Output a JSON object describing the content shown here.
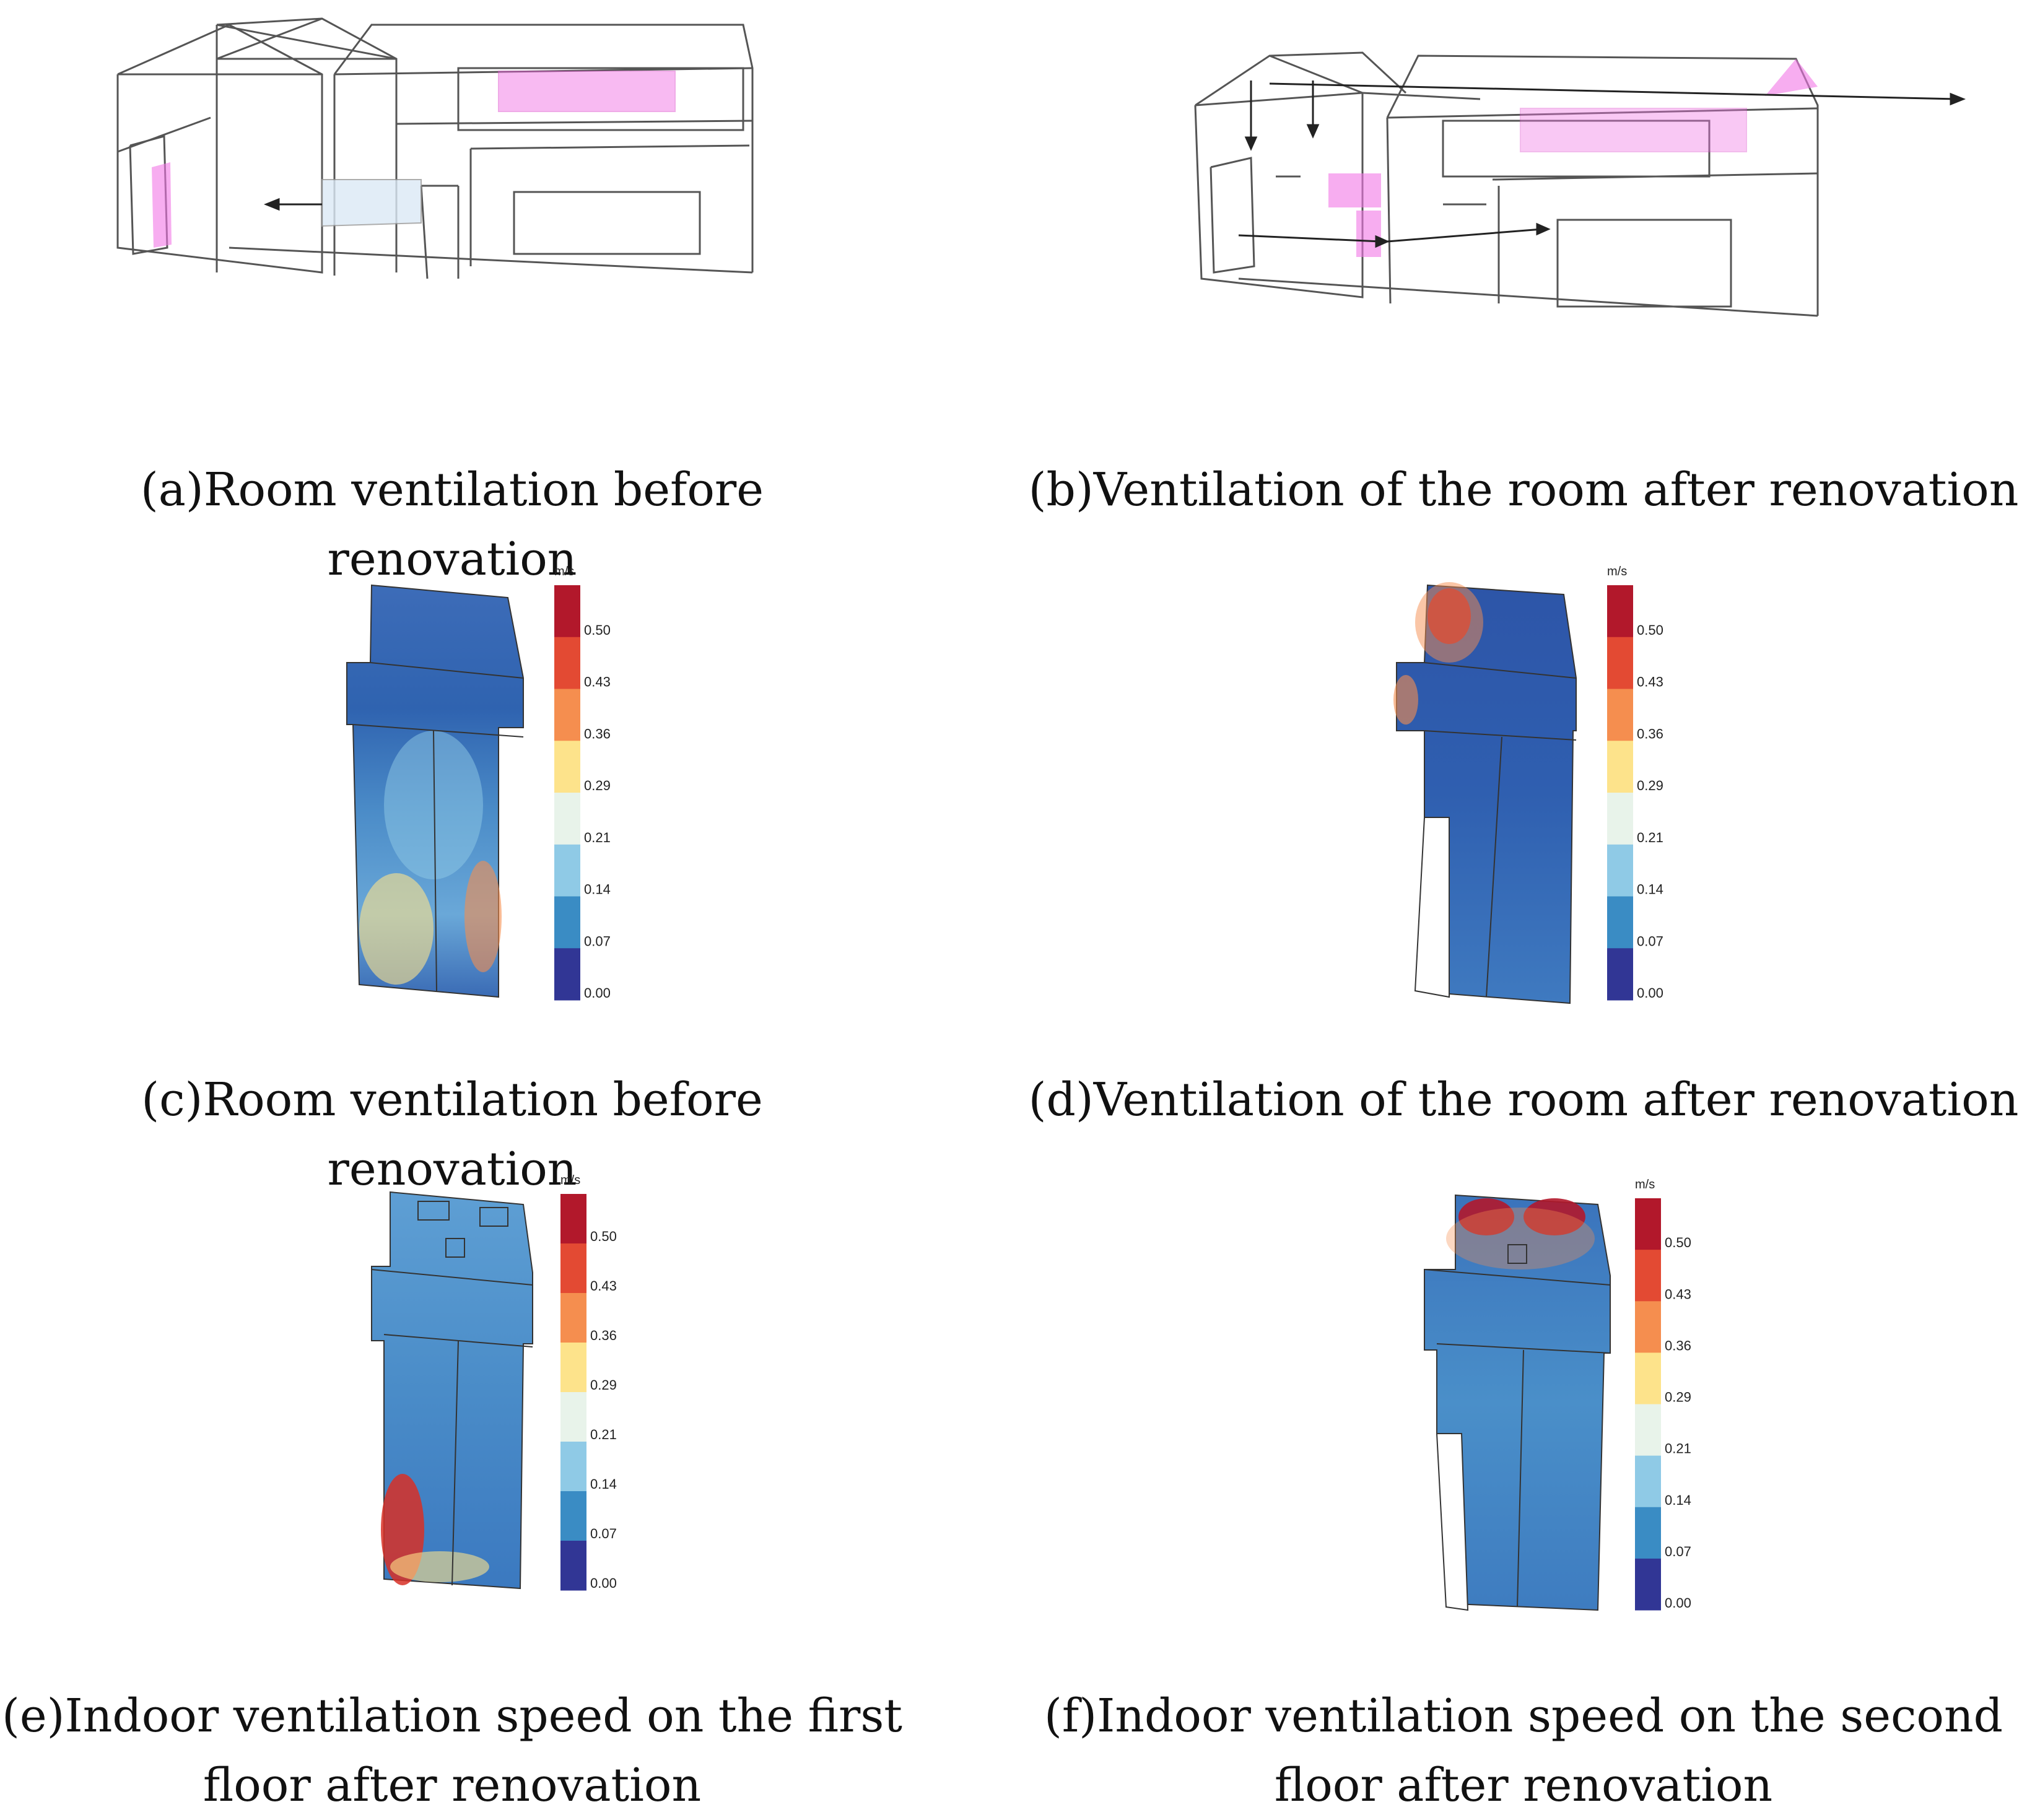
{
  "captions": {
    "a": "(a)Room ventilation before renovation",
    "b": "(b)Ventilation of the room after renovation",
    "c": "(c)Room ventilation before renovation",
    "d": "(d)Ventilation of the room after renovation",
    "e_line1": "(e)Indoor ventilation speed on the first",
    "e_line2": "floor after renovation",
    "f_line1": "(f)Indoor ventilation speed on the second",
    "f_line2": "floor after renovation"
  },
  "legend": {
    "unit": "m/s",
    "ticks": [
      "0.50",
      "0.43",
      "0.36",
      "0.29",
      "0.21",
      "0.14",
      "0.07",
      "0.00"
    ],
    "colors": [
      "#b2182b",
      "#e34a33",
      "#f58e4f",
      "#fde38b",
      "#e8f3ea",
      "#8fcae6",
      "#3a8cc4",
      "#313695"
    ]
  },
  "colors": {
    "line": "#555555",
    "pink": "#f277e6",
    "pale_blue": "#dbe9f6"
  }
}
